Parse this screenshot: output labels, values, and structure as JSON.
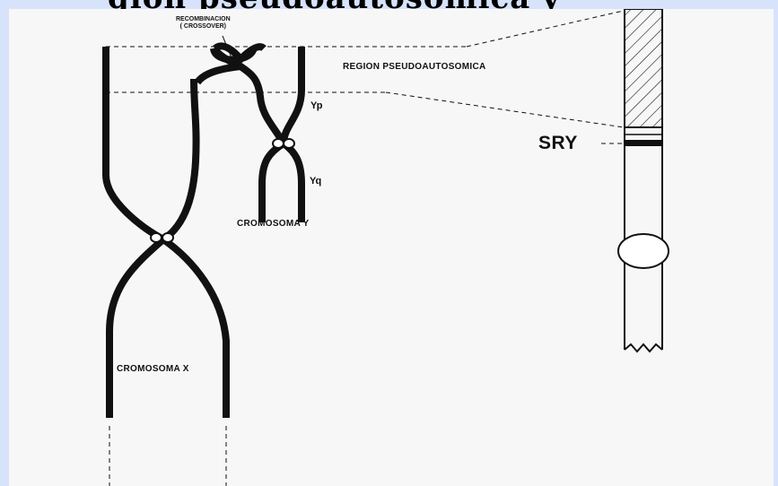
{
  "title_fragment": "gion pseudoautosómica y",
  "title_fragment_right": "y",
  "labels": {
    "recombination_line1": "RECOMBINACION",
    "recombination_line2": "( CROSSOVER)",
    "pseudoautosomal": "REGION PSEUDOAUTOSOMICA",
    "yp": "Yp",
    "yq": "Yq",
    "chromosome_y": "CROMOSOMA Y",
    "chromosome_x": "CROMOSOMA X",
    "sry": "SRY"
  },
  "colors": {
    "background": "#d6e3fb",
    "canvas": "#f7f7f7",
    "ink": "#111111"
  }
}
